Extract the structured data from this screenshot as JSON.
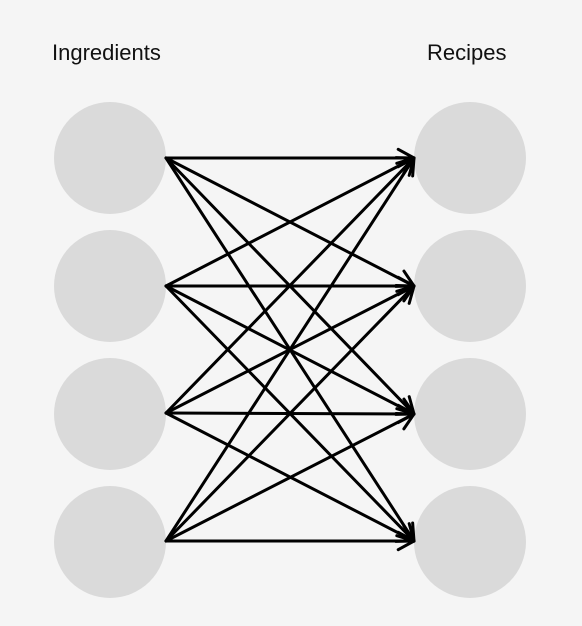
{
  "columns": {
    "left_label": "Ingredients",
    "right_label": "Recipes"
  },
  "nodes": {
    "ingredients": [
      "",
      "",
      "",
      ""
    ],
    "recipes": [
      "",
      "",
      "",
      ""
    ]
  },
  "edges": [
    [
      0,
      0
    ],
    [
      0,
      1
    ],
    [
      0,
      2
    ],
    [
      0,
      3
    ],
    [
      1,
      0
    ],
    [
      1,
      1
    ],
    [
      1,
      2
    ],
    [
      1,
      3
    ],
    [
      2,
      0
    ],
    [
      2,
      1
    ],
    [
      2,
      2
    ],
    [
      2,
      3
    ],
    [
      3,
      0
    ],
    [
      3,
      1
    ],
    [
      3,
      2
    ],
    [
      3,
      3
    ]
  ],
  "colors": {
    "background": "#f5f5f5",
    "node_fill": "#dadada",
    "edge": "#000000",
    "text": "#111111"
  }
}
